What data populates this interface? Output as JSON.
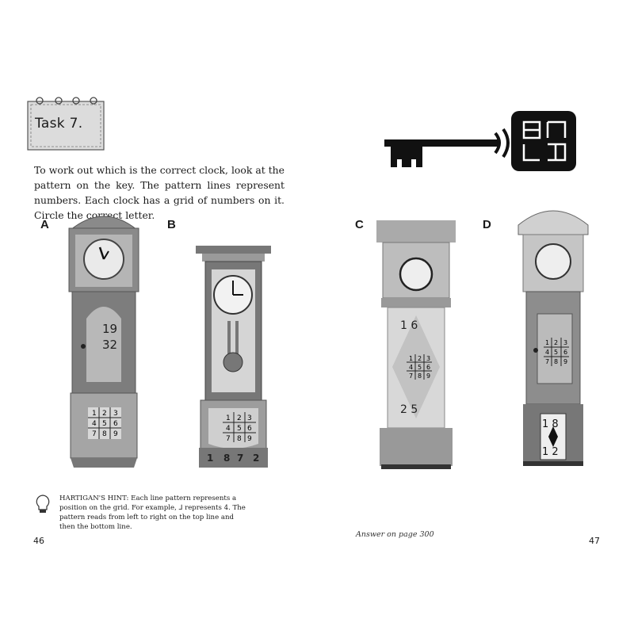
{
  "task": {
    "title": "Task 7."
  },
  "instructions": "To work out which is the correct clock, look at the pattern on the key. The pattern lines represent numbers. Each clock has a grid of numbers on it. Circle the correct letter.",
  "options": [
    "A",
    "B",
    "C",
    "D"
  ],
  "grid_digits": [
    "1",
    "2",
    "3",
    "4",
    "5",
    "6",
    "7",
    "8",
    "9"
  ],
  "clocks": {
    "A": {
      "numbers": [
        "19",
        "32"
      ]
    },
    "B": {
      "numbers": [
        "1",
        "8",
        "7",
        "2"
      ]
    },
    "C": {
      "numbers": [
        "1 6",
        "2 5"
      ]
    },
    "D": {
      "numbers": [
        "1 8",
        "1 2"
      ]
    }
  },
  "hint": {
    "prefix": "HARTIGAN'S HINT: Each line pattern represents a position on the grid. For example,",
    "symbol": "⅃",
    "suffix": "represents 4. The pattern reads from left to right on the top line and then the bottom line."
  },
  "pages": {
    "left": "46",
    "right": "47"
  },
  "answer": "Answer on page 300"
}
